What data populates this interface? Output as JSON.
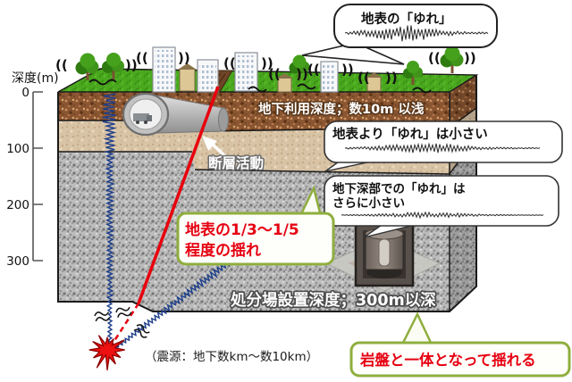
{
  "depth_axis": {
    "label": "深度(m)",
    "ticks": [
      "0",
      "100",
      "200",
      "300"
    ]
  },
  "surface_bubble": {
    "label": "地表の「ゆれ」"
  },
  "underground_bubble": {
    "label": "地表より「ゆれ」は小さい"
  },
  "deep_bubble": {
    "line1": "地下深部での「ゆれ」は",
    "line2": "さらに小さい"
  },
  "soil_label": "地下利用深度；数10m 以浅",
  "fault_label": "断層活動",
  "shaking_ratio_box": {
    "line1": "地表の1/3～1/5",
    "line2": "程度の揺れ"
  },
  "repository_label": "処分場設置深度；300m以深",
  "hypocenter_caption": "（震源：地下数km～数10km）",
  "bedrock_box": {
    "label": "岩盤と一体となって揺れる"
  },
  "shake_marks": {
    "left": "((",
    "right": "))"
  },
  "colors": {
    "accent_red": "#e60012",
    "green_border": "#8fae3e",
    "fault_red": "#e8000d",
    "wave_blue": "#1d3e8a",
    "grass": "#4aa81e",
    "soil": "#8a5531",
    "tan_layer": "#d8c3a5",
    "rock": "#bdbdbd"
  }
}
